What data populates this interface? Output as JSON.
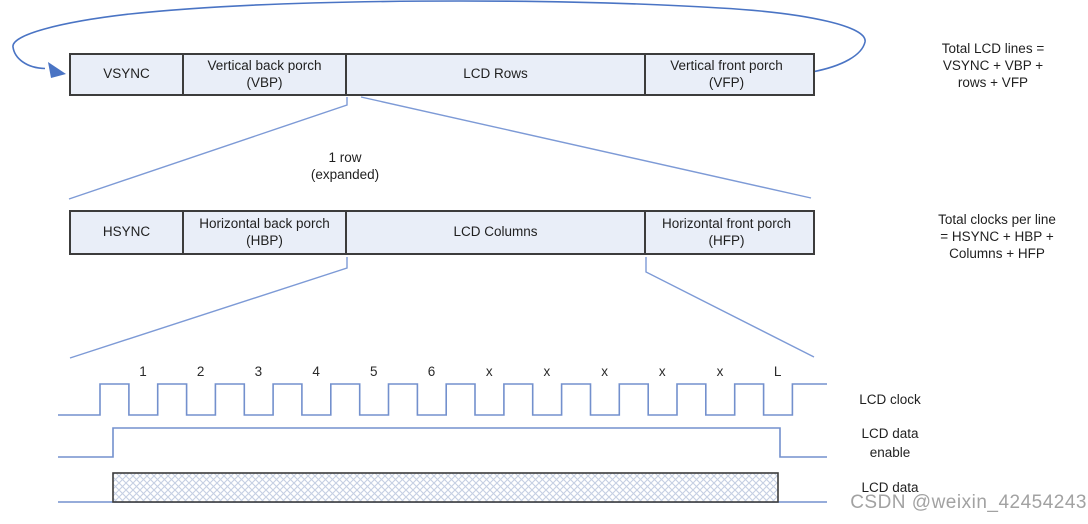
{
  "vertical_timing": {
    "cells": [
      "VSYNC",
      "Vertical back porch (VBP)",
      "LCD Rows",
      "Vertical front porch (VFP)"
    ],
    "note": "Total LCD lines =\nVSYNC + VBP +\nrows + VFP"
  },
  "horizontal_timing": {
    "cells": [
      "HSYNC",
      "Horizontal back porch (HBP)",
      "LCD Columns",
      "Horizontal front porch (HFP)"
    ],
    "note": "Total clocks per line\n= HSYNC + HBP +\nColumns + HFP",
    "expansion_label": "1 row\n(expanded)"
  },
  "waveforms": {
    "clock": {
      "label": "LCD clock",
      "tick_labels": [
        "1",
        "2",
        "3",
        "4",
        "5",
        "6",
        "x",
        "x",
        "x",
        "x",
        "x",
        "L"
      ]
    },
    "data_enable": {
      "label": "LCD data\nenable"
    },
    "data": {
      "label": "LCD data"
    }
  },
  "watermark": "CSDN @weixin_42454243",
  "colors": {
    "arrow_blue": "#4a74c4",
    "line_blue": "#7390cd",
    "box_fill": "#e9eef8",
    "box_border": "#3c3c3c",
    "hatch": "#c5cfe3"
  }
}
